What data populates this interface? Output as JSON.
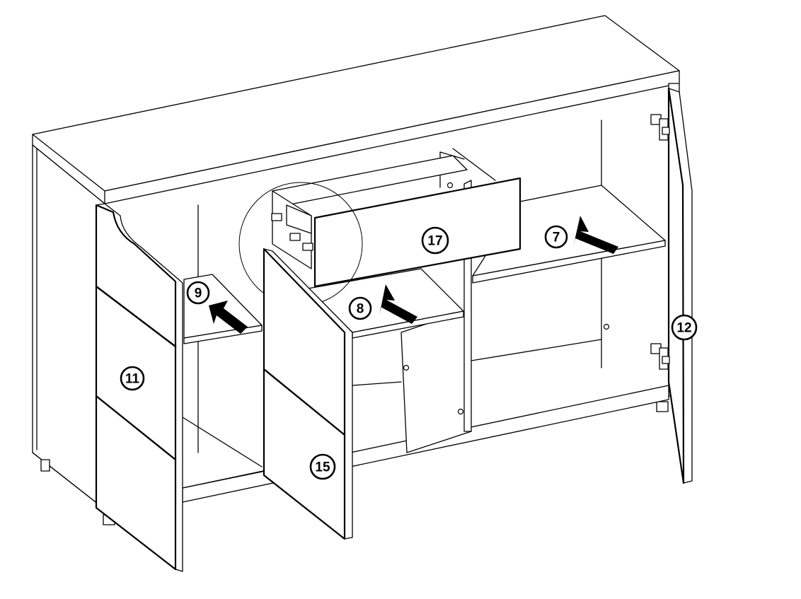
{
  "callouts": [
    {
      "id": "door-left",
      "label": "11"
    },
    {
      "id": "door-middle",
      "label": "15"
    },
    {
      "id": "door-right",
      "label": "12"
    },
    {
      "id": "drawer-front",
      "label": "17"
    },
    {
      "id": "shelf-left",
      "label": "9"
    },
    {
      "id": "shelf-middle",
      "label": "8"
    },
    {
      "id": "shelf-right",
      "label": "7"
    }
  ],
  "colors": {
    "line": "#000000",
    "background": "#ffffff"
  }
}
